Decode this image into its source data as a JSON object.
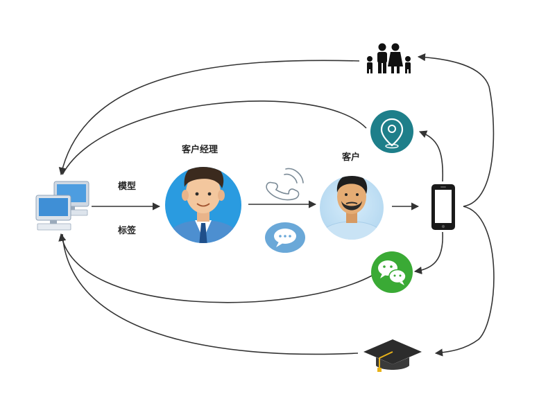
{
  "labels": {
    "model": "模型",
    "tag": "标签",
    "account_manager": "客户经理",
    "customer": "客户"
  },
  "colors": {
    "arrow": "#333333",
    "location_circle": "#1e7f8a",
    "wechat_circle": "#3aaa35",
    "chat_bubble": "#6aa8d8",
    "avatar_bg": "#2a9be0",
    "customer_bg": "#bcdff5",
    "suit": "#4d8fd0",
    "graduation_cap": "#2c2c2c",
    "tassel": "#e8b21a"
  },
  "icons": [
    "computer-network-icon",
    "account-manager-avatar",
    "customer-avatar",
    "phone-handset-icon",
    "chat-bubble-icon",
    "mobile-phone-icon",
    "family-icon",
    "location-pin-icon",
    "wechat-icon",
    "graduation-cap-icon"
  ]
}
